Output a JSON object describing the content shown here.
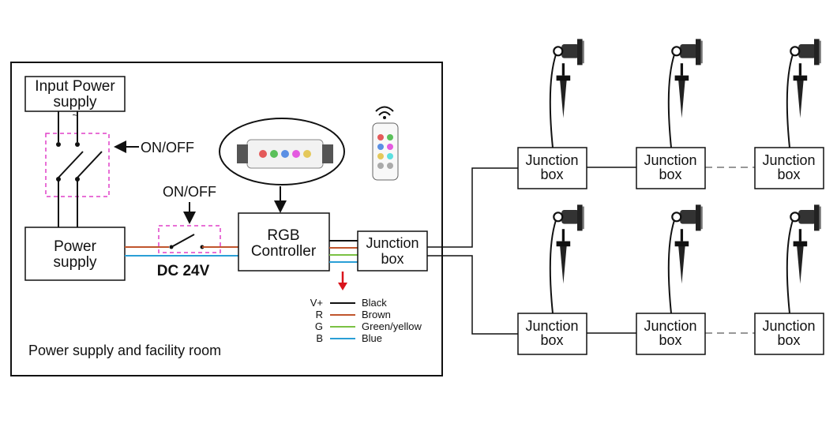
{
  "room": {
    "label": "Power supply and facility room"
  },
  "input_supply": {
    "line1": "Input Power",
    "line2": "supply"
  },
  "switch1": {
    "label": "ON/OFF"
  },
  "switch2": {
    "label": "ON/OFF"
  },
  "power_supply": {
    "line1": "Power",
    "line2": "supply"
  },
  "voltage_label": "DC 24V",
  "controller": {
    "line1": "RGB",
    "line2": "Controller"
  },
  "main_junction": {
    "line1": "Junction",
    "line2": "box"
  },
  "wire_legend": [
    {
      "code": "V+",
      "name": "Black",
      "color": "#111111"
    },
    {
      "code": "R",
      "name": "Brown",
      "color": "#c0552d"
    },
    {
      "code": "G",
      "name": "Green/yellow",
      "color": "#7ac143"
    },
    {
      "code": "B",
      "name": "Blue",
      "color": "#2a9fd6"
    }
  ],
  "field_junctions": [
    {
      "line1": "Junction",
      "line2": "box"
    },
    {
      "line1": "Junction",
      "line2": "box"
    },
    {
      "line1": "Junction",
      "line2": "box"
    },
    {
      "line1": "Junction",
      "line2": "box"
    },
    {
      "line1": "Junction",
      "line2": "box"
    },
    {
      "line1": "Junction",
      "line2": "box"
    }
  ],
  "colors": {
    "dashed_highlight": "#e040c8",
    "arrow_red": "#d9141c",
    "brown_wire": "#c0552d",
    "blue_wire": "#2a9fd6",
    "green_wire": "#7ac143"
  }
}
